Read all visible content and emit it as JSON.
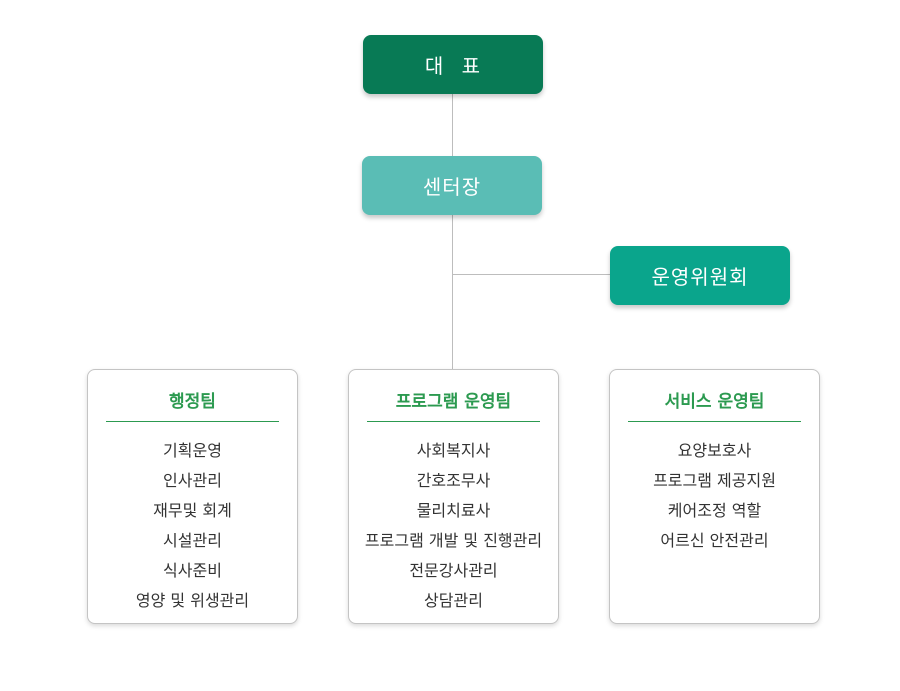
{
  "org_chart": {
    "ceo": {
      "label": "대 표",
      "color": "#087a55"
    },
    "director": {
      "label": "센터장",
      "color": "#5abdb5"
    },
    "committee": {
      "label": "운영위원회",
      "color": "#0aa58c"
    },
    "teams": [
      {
        "title": "행정팀",
        "items": [
          "기획운영",
          "인사관리",
          "재무및 회계",
          "시설관리",
          "식사준비",
          "영양 및 위생관리"
        ]
      },
      {
        "title": "프로그램 운영팀",
        "items": [
          "사회복지사",
          "간호조무사",
          "물리치료사",
          "프로그램 개발 및 진행관리",
          "전문강사관리",
          "상담관리"
        ]
      },
      {
        "title": "서비스 운영팀",
        "items": [
          "요양보호사",
          "프로그램 제공지원",
          "케어조정 역할",
          "어르신 안전관리"
        ]
      }
    ],
    "accent_color": "#2c9a50"
  }
}
